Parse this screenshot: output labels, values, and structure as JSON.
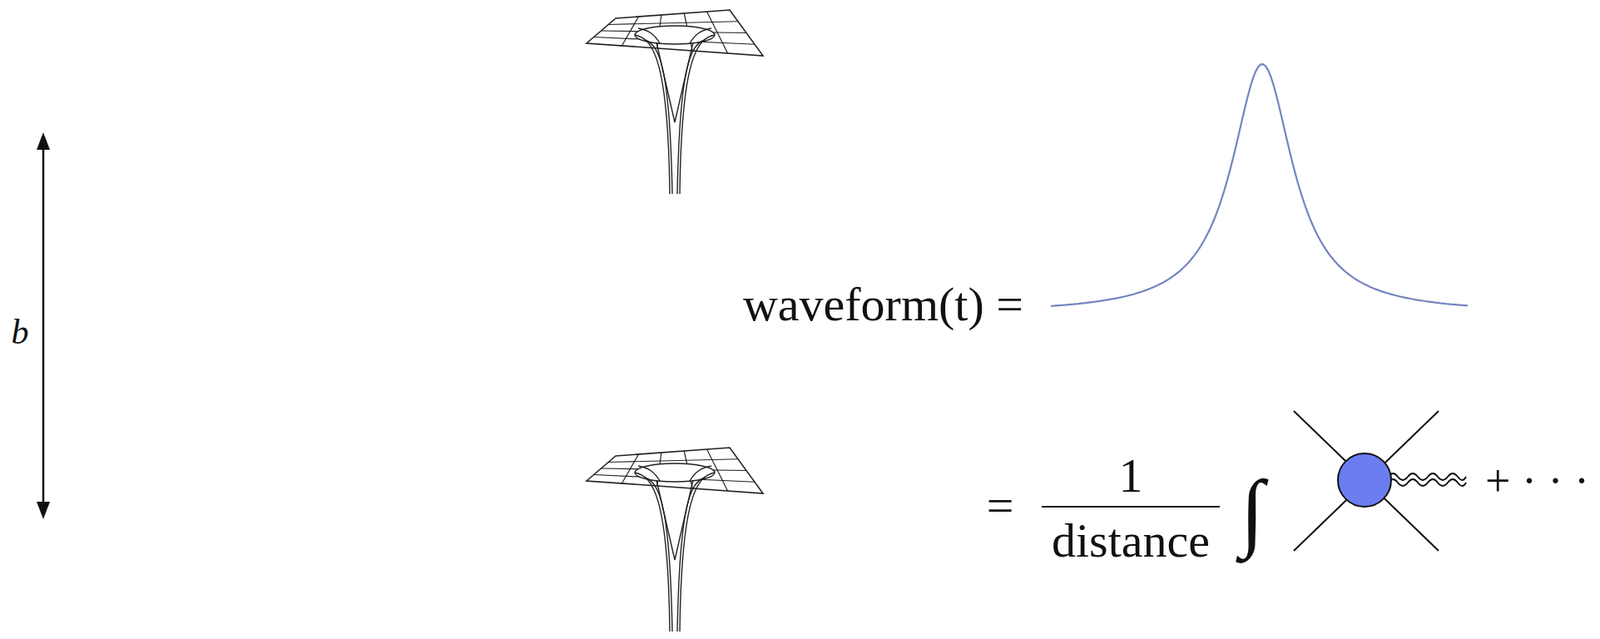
{
  "diagram": {
    "labels": [
      "b",
      "waveform(t) =",
      "=",
      "1",
      "distance",
      "∫",
      "+ · · ·"
    ]
  }
}
